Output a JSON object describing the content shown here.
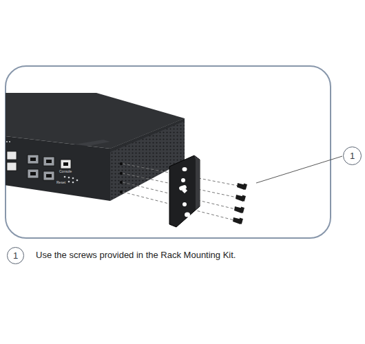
{
  "diagram": {
    "caption": "Use the screws provided in the Rack Mounting Kit.",
    "nodes": [
      {
        "text": [
          "1"
        ]
      },
      {
        "text": [
          "1"
        ]
      }
    ],
    "labels": [
      "Console",
      "Reset"
    ]
  }
}
